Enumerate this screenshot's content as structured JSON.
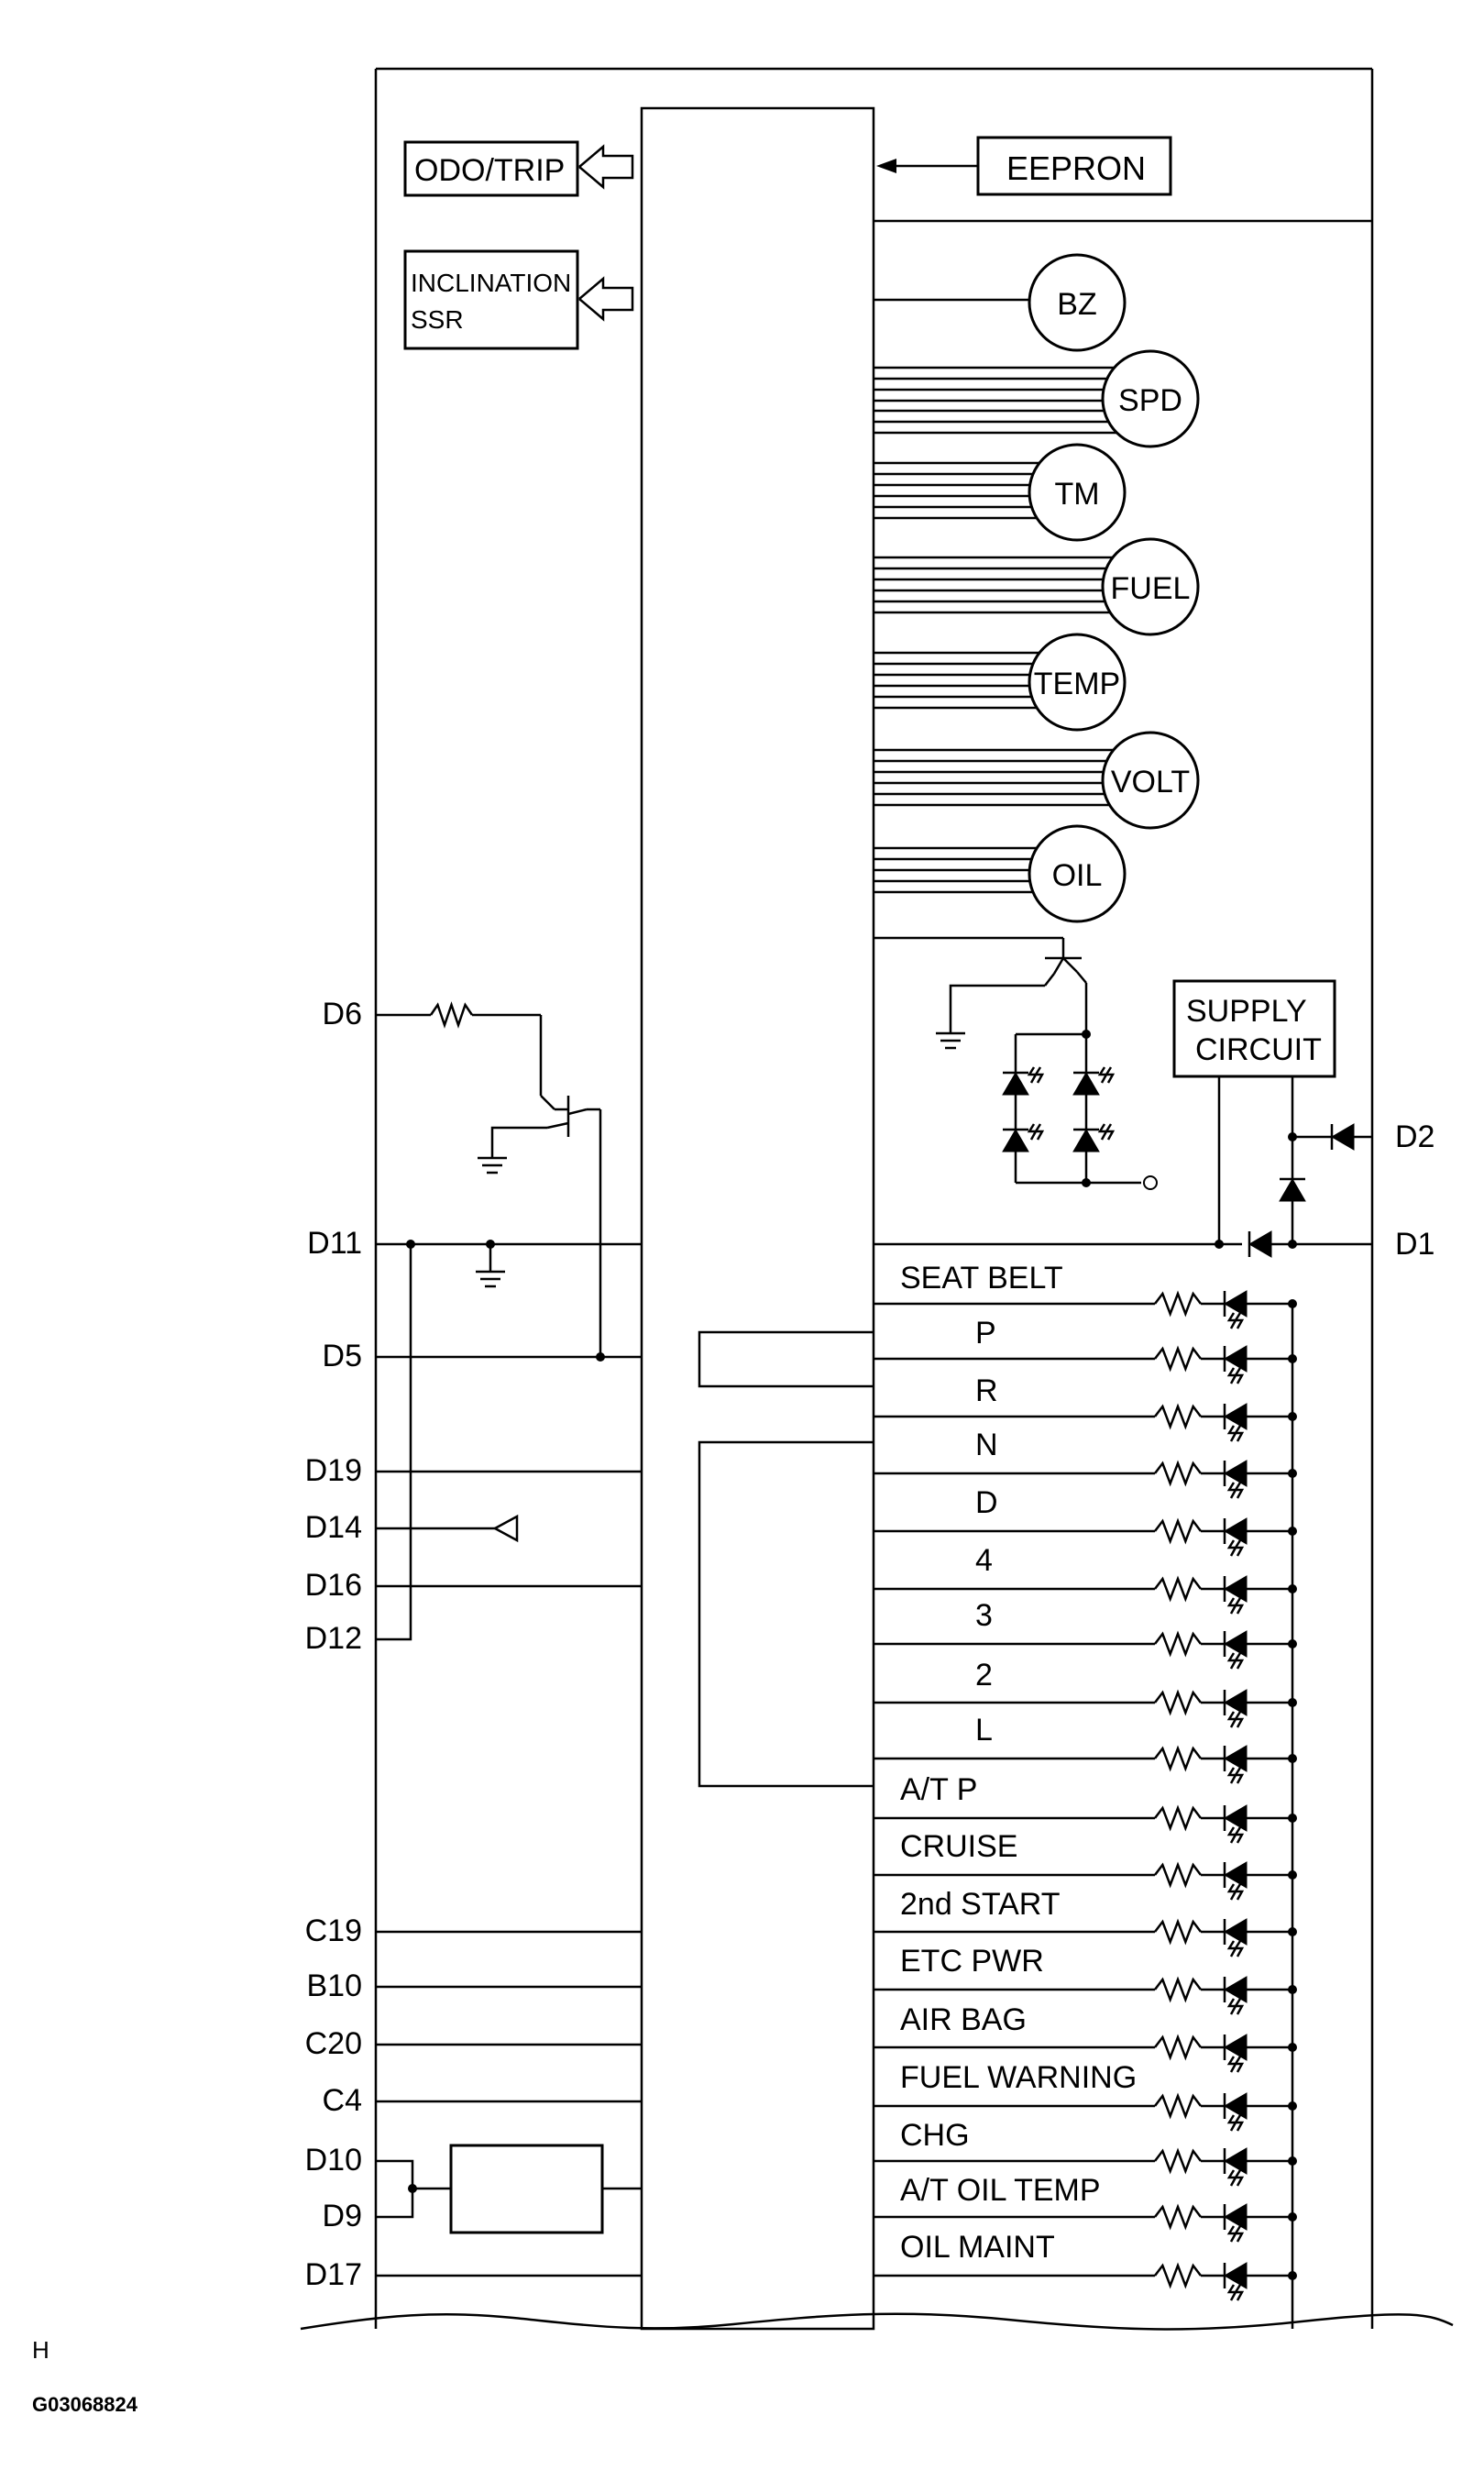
{
  "blocks": {
    "odo_trip": "ODO/TRIP",
    "inclination_line1": "INCLINATION",
    "inclination_line2": "SSR",
    "eeprom": "EEPRON",
    "supply_line1": "SUPPLY",
    "supply_line2": "CIRCUIT"
  },
  "gauges": [
    "BZ",
    "SPD",
    "TM",
    "FUEL",
    "TEMP",
    "VOLT",
    "OIL"
  ],
  "left_terminals": [
    "D6",
    "D11",
    "D5",
    "D19",
    "D14",
    "D16",
    "D12",
    "C19",
    "B10",
    "C20",
    "C4",
    "D10",
    "D9",
    "D17"
  ],
  "right_terminals": [
    "D2",
    "D1"
  ],
  "indicators": [
    "SEAT BELT",
    "P",
    "R",
    "N",
    "D",
    "4",
    "3",
    "2",
    "L",
    "A/T P",
    "CRUISE",
    "2nd START",
    "ETC PWR",
    "AIR BAG",
    "FUEL WARNING",
    "CHG",
    "A/T OIL TEMP",
    "OIL MAINT"
  ],
  "footer": {
    "letter": "H",
    "code": "G03068824"
  }
}
